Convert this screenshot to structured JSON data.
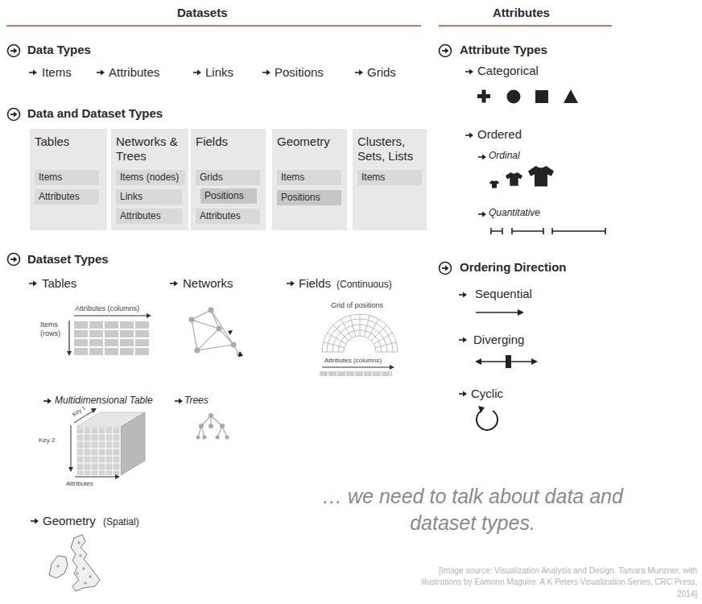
{
  "diagram": {
    "caption": "… we need to talk about data and dataset types.",
    "nodes": [
      {
        "text": [
          "Tables"
        ]
      },
      {
        "text": [
          "Items"
        ],
        "in": 0
      },
      {
        "text": [
          "Attributes"
        ],
        "in": 0
      },
      {
        "text": [
          "Networks & Trees"
        ]
      },
      {
        "text": [
          "Items (nodes)"
        ],
        "in": 3
      },
      {
        "text": [
          "Links"
        ],
        "in": 3
      },
      {
        "text": [
          "Attributes"
        ],
        "in": 3
      },
      {
        "text": [
          "Fields"
        ]
      },
      {
        "text": [
          "Grids"
        ],
        "in": 7
      },
      {
        "text": [
          "Positions"
        ],
        "in": 7
      },
      {
        "text": [
          "Attributes"
        ],
        "in": 7
      },
      {
        "text": [
          "Geometry"
        ]
      },
      {
        "text": [
          "Items"
        ],
        "in": 11
      },
      {
        "text": [
          "Positions"
        ],
        "in": 11
      },
      {
        "text": [
          "Clusters, Sets, Lists"
        ]
      },
      {
        "text": [
          "Items"
        ],
        "in": 14
      }
    ],
    "labels": [
      "Datasets",
      "Attributes",
      "Data Types",
      "Items",
      "Attributes",
      "Links",
      "Positions",
      "Grids",
      "Data and Dataset Types",
      "Dataset Types",
      "Tables",
      "Networks",
      "Fields",
      "(Continuous)",
      "Attributes (columns)",
      "Items (rows)",
      "Grid of positions",
      "Attributes (columns)",
      "Multidimensional Table",
      "Trees",
      "Key 1",
      "Key 2",
      "Attributes",
      "Geometry",
      "(Spatial)",
      "Attribute Types",
      "Categorical",
      "Ordered",
      "Ordinal",
      "Quantitative",
      "Ordering Direction",
      "Sequential",
      "Diverging",
      "Cyclic",
      "[Image source: Visualization Analysis and Design. Tamara Munzner, with illustrations by Eamonn Maguire. A K Peters Visualization Series, CRC Press, 2014]"
    ]
  }
}
